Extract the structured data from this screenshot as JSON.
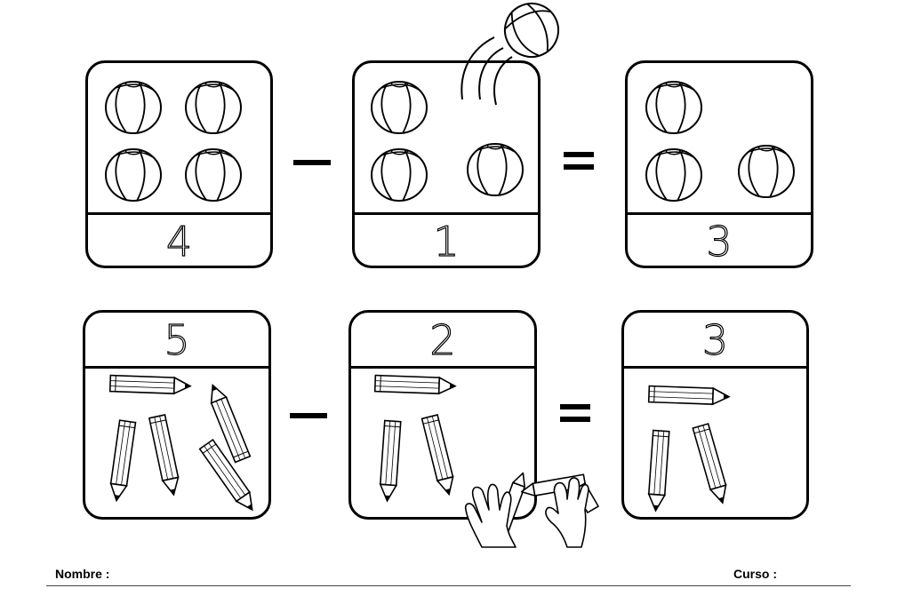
{
  "worksheet": {
    "row1": {
      "a": "4",
      "b": "1",
      "result": "3"
    },
    "row2": {
      "a": "5",
      "b": "2",
      "result": "3"
    },
    "operators": {
      "minus": "minus",
      "equals": "equals"
    }
  },
  "footer": {
    "name_label": "Nombre :",
    "course_label": "Curso :"
  },
  "icons": [
    "beach-ball-icon",
    "pencil-icon",
    "hands-icon"
  ]
}
